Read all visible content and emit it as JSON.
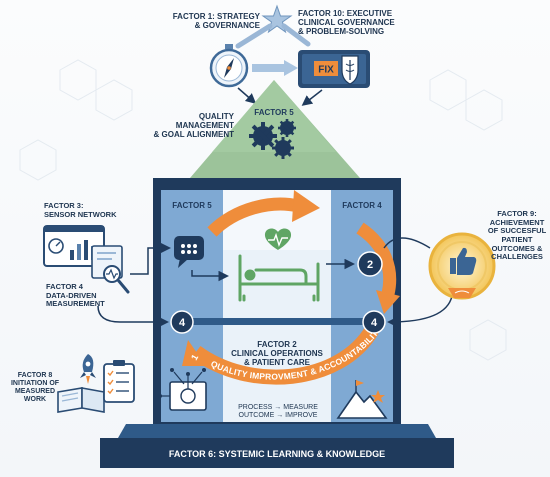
{
  "factor1": {
    "line1": "FACTOR 1: STRATEGY",
    "line2": "& GOVERNANCE"
  },
  "factor10": {
    "line1": "FACTOR 10: EXECUTIVE",
    "line2": "CLINICAL GOVERNANCE",
    "line3": "& PROBLEM-SOLVING",
    "fix_label": "FIX"
  },
  "roof": {
    "title": "FACTOR 5"
  },
  "quality": {
    "line1": "QUALITY",
    "line2": "MANAGEMENT",
    "line3": "& GOAL ALIGNMENT"
  },
  "factor3": {
    "line1": "FACTOR 3:",
    "line2": "SENSOR NETWORK"
  },
  "factor4_left": {
    "line1": "FACTOR 4",
    "line2": "DATA-DRIVEN",
    "line3": "MEASUREMENT"
  },
  "factor8": {
    "line1": "FACTOR 8",
    "line2": "INITIATION OF",
    "line3": "MEASURED",
    "line4": "WORK"
  },
  "factor9": {
    "line1": "FACTOR 9:",
    "line2": "ACHIEVEMENT",
    "line3": "OF SUCCESFUL",
    "line4": "PATIENT",
    "line5": "OUTCOMES &",
    "line6": "CHALLENGES"
  },
  "house": {
    "left_column_title": "FACTOR 5",
    "right_column_title": "FACTOR 4"
  },
  "center": {
    "line1": "FACTOR 2",
    "line2": "CLINICAL OPERATIONS",
    "line3": "& PATIENT CARE"
  },
  "cycle": {
    "label": "QUALITY IMPROVMENT & ACCOUNTABILITY CYCLE",
    "number": "1"
  },
  "badges": {
    "left": "4",
    "right": "4",
    "upper_right": "2"
  },
  "process": {
    "line1": "PROCESS → MEASURE",
    "line2": "OUTCOME → IMPROVE"
  },
  "base": {
    "title": "FACTOR 6: SYSTEMIC LEARNING & KNOWLEDGE"
  },
  "colors": {
    "navy": "#1f3a5c",
    "column_blue": "#7fa9d3",
    "orange": "#ef8d3b",
    "green_roof": "#9cc39a",
    "gold": "#f0b53a"
  }
}
